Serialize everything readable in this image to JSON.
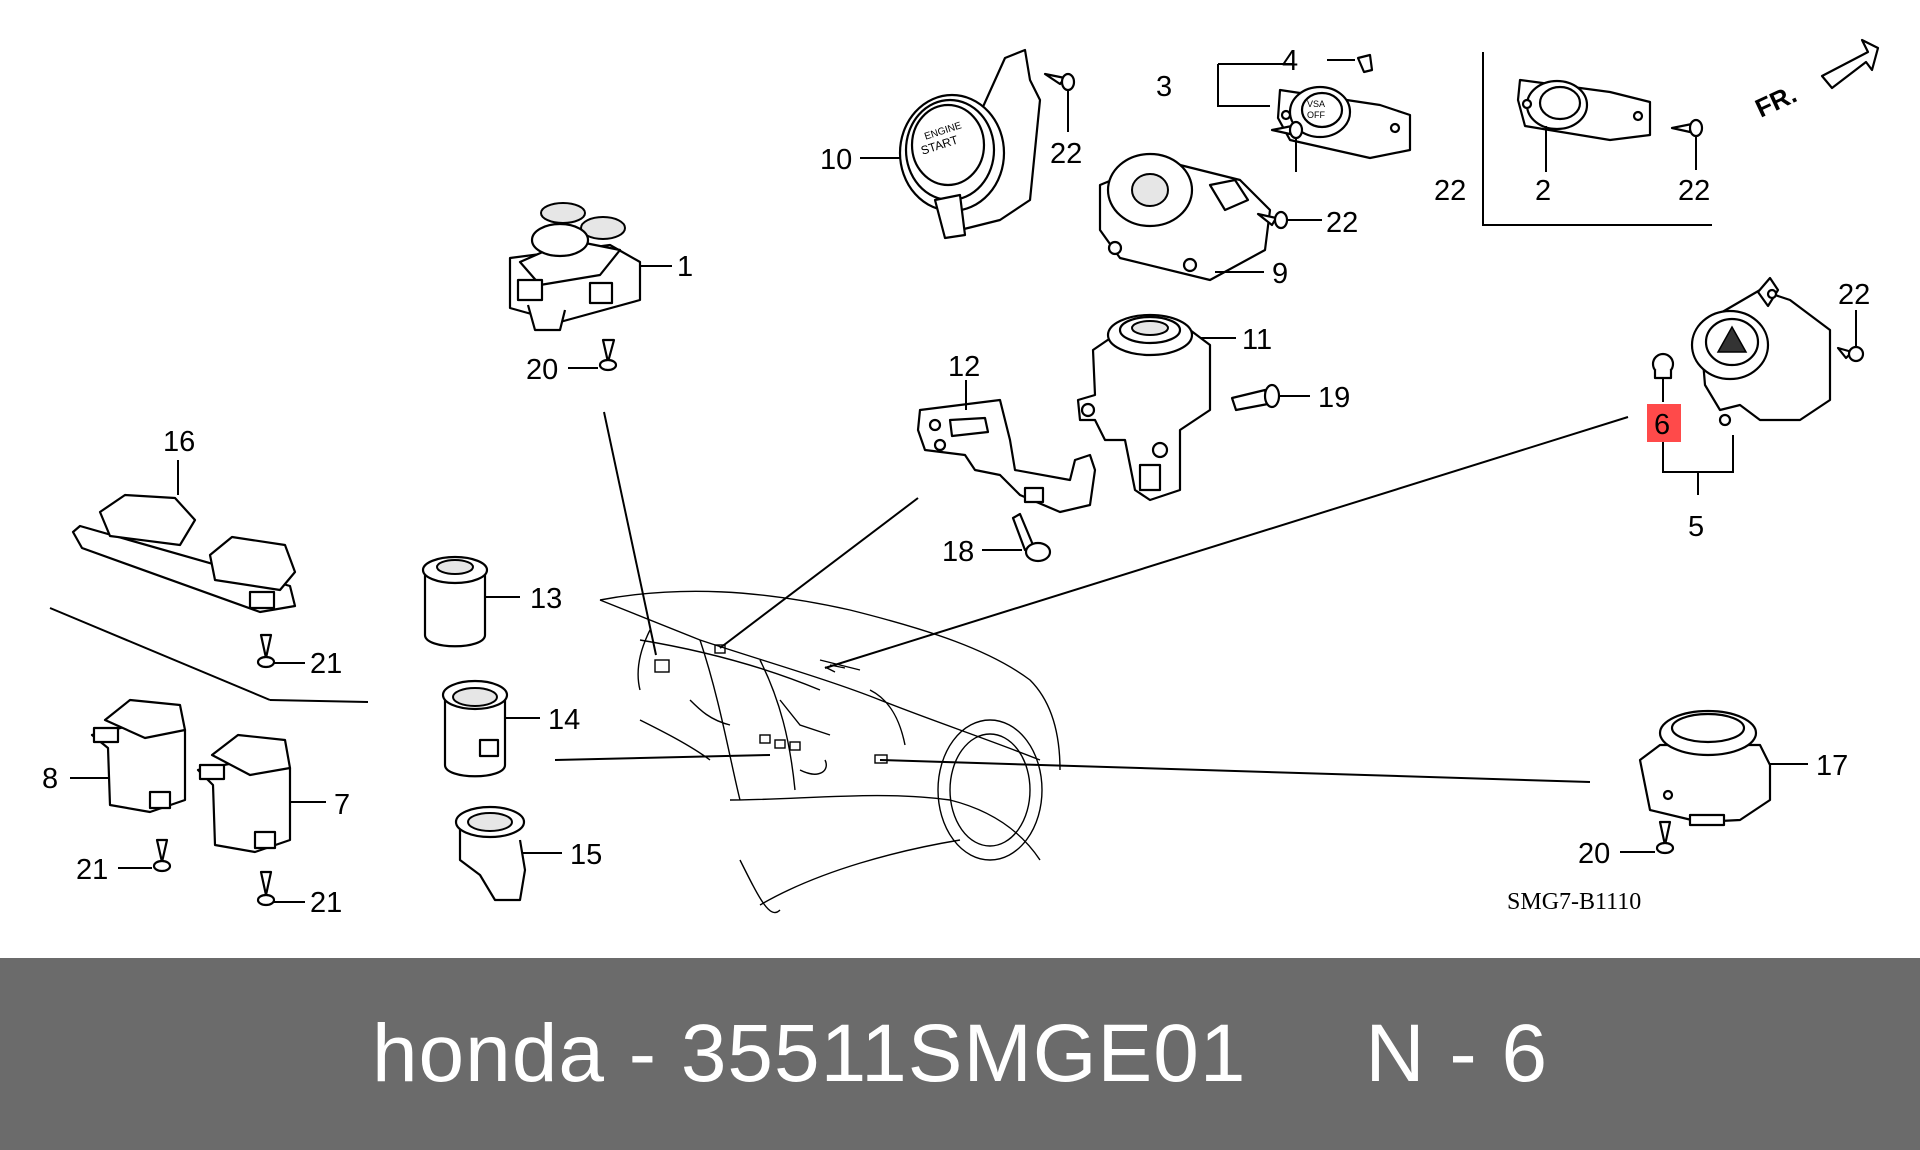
{
  "diagram": {
    "part_labels": {
      "p1": "1",
      "p2": "2",
      "p3": "3",
      "p4": "4",
      "p5": "5",
      "p6": "6",
      "p7": "7",
      "p8": "8",
      "p9": "9",
      "p10": "10",
      "p11": "11",
      "p12": "12",
      "p13": "13",
      "p14": "14",
      "p15": "15",
      "p16": "16",
      "p17": "17",
      "p18": "18",
      "p19": "19",
      "p20": "20",
      "p21": "21",
      "p22": "22"
    },
    "highlighted_part": "6",
    "highlight_color": "#ff4a4a",
    "direction_label": "FR.",
    "diagram_code": "SMG7-B1110",
    "button_text": {
      "engine_start_1": "ENGINE",
      "engine_start_2": "START",
      "vsa_1": "VSA",
      "vsa_2": "OFF"
    }
  },
  "footer": {
    "text": "honda - 35511SMGE01     N - 6",
    "background": "#6b6b6b"
  }
}
